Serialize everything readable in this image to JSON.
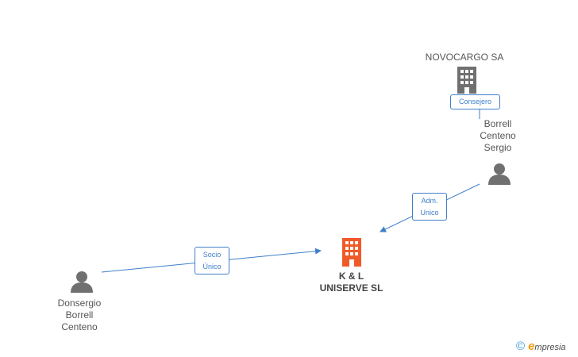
{
  "colors": {
    "company_gray": "#707070",
    "company_focus": "#f05a28",
    "person_gray": "#707070",
    "edge_blue": "#3f7fc9"
  },
  "nodes": {
    "novocargo": {
      "label": "NOVOCARGO SA",
      "icon": "building-icon"
    },
    "borrell_sergio": {
      "label": "Borrell\nCenteno\nSergio",
      "icon": "person-icon"
    },
    "kl_uniserve": {
      "label": "K & L\nUNISERVE SL",
      "icon": "building-icon"
    },
    "donsergio": {
      "label": "Donsergio\nBorrell\nCenteno",
      "icon": "person-icon"
    }
  },
  "edges": {
    "consejero": {
      "label": "Consejero"
    },
    "adm_unico": {
      "label": "Adm.\nUnico"
    },
    "socio_unico": {
      "label": "Socio\nÚnico"
    }
  },
  "watermark": {
    "copyright": "©",
    "brand_first": "e",
    "brand_rest": "mpresia"
  }
}
